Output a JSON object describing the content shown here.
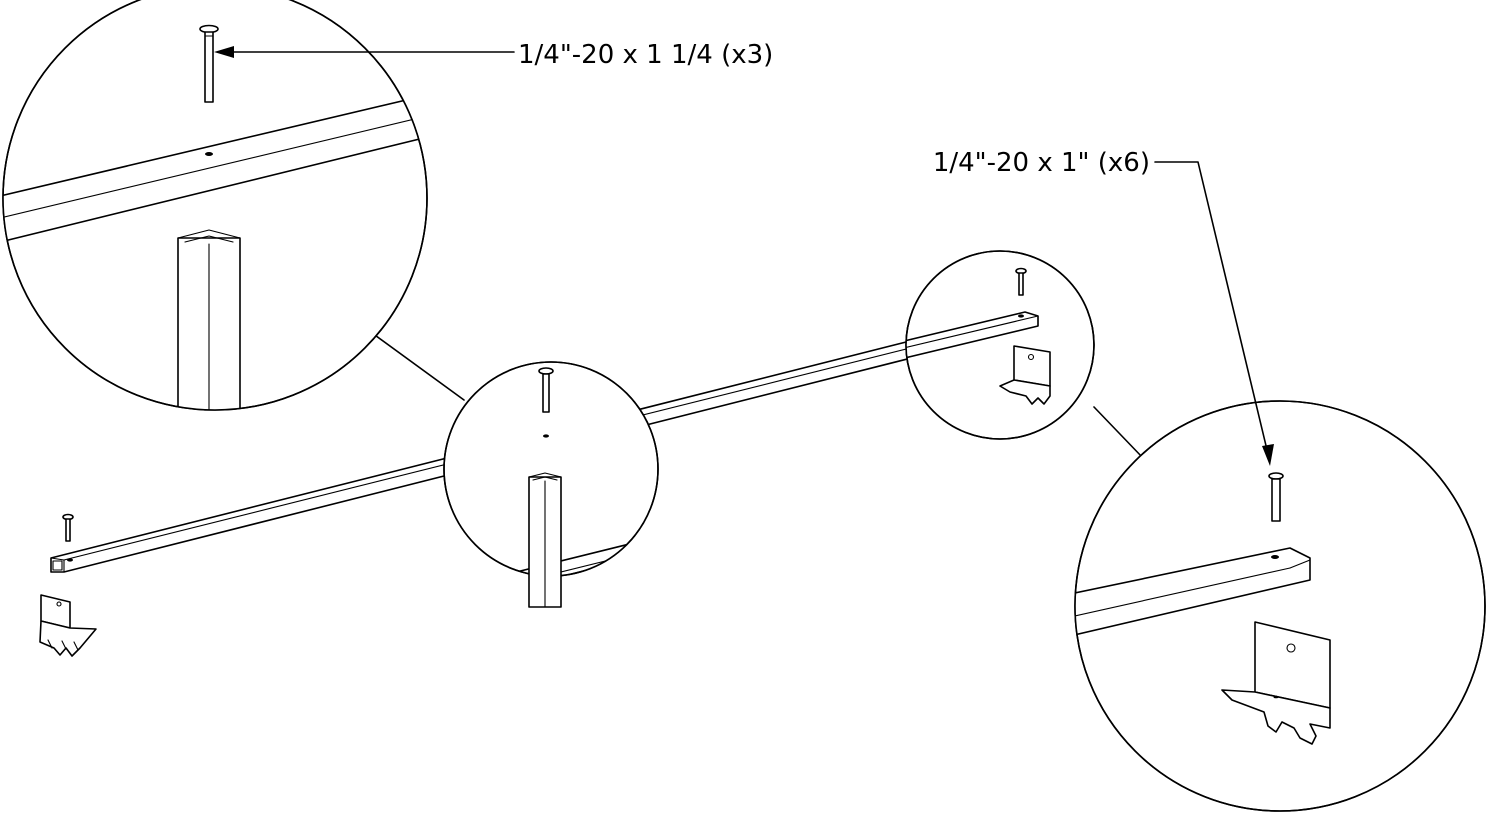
{
  "diagram": {
    "callouts": [
      {
        "id": "long-screw",
        "text": "1/4\"-20 x 1 1/4 (x3)"
      },
      {
        "id": "short-screw",
        "text": "1/4\"-20 x 1\" (x6)"
      }
    ],
    "colors": {
      "line": "#000000",
      "background": "#ffffff"
    }
  }
}
